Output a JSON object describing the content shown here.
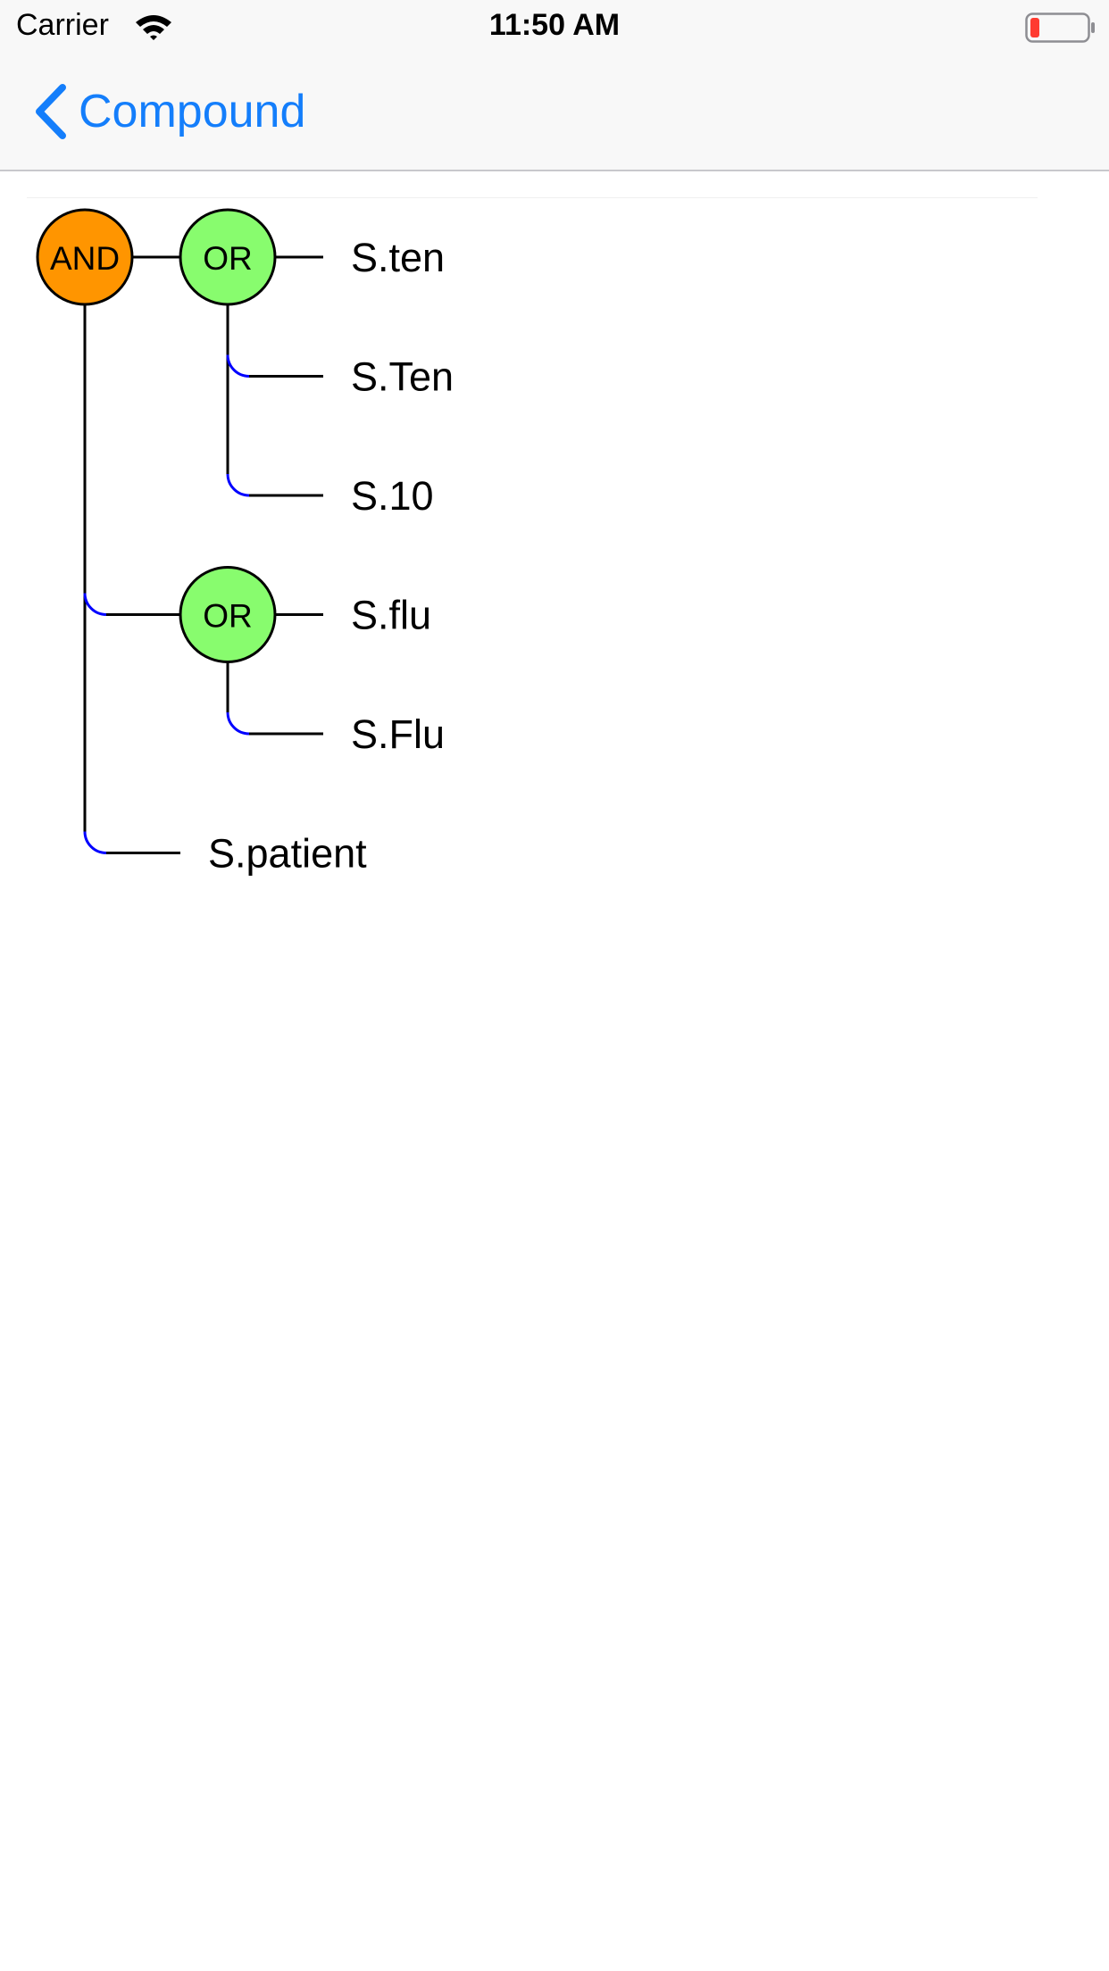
{
  "status_bar": {
    "carrier": "Carrier",
    "time": "11:50 AM",
    "wifi_icon": "wifi-icon",
    "battery_icon": "battery-low-icon",
    "battery_color": "#ff3b30"
  },
  "nav_bar": {
    "back_label": "Compound",
    "back_icon": "chevron-left-icon",
    "accent_color": "#147efb"
  },
  "tree": {
    "root": {
      "label": "AND",
      "color": "#ff9500",
      "children": [
        {
          "label": "OR",
          "color": "#88fc6e",
          "children": [
            {
              "label": "S.ten"
            },
            {
              "label": "S.Ten"
            },
            {
              "label": "S.10"
            }
          ]
        },
        {
          "label": "OR",
          "color": "#88fc6e",
          "children": [
            {
              "label": "S.flu"
            },
            {
              "label": "S.Flu"
            }
          ]
        },
        {
          "label": "S.patient"
        }
      ]
    },
    "connector_color": "#000000",
    "curve_color": "#0000ff"
  }
}
